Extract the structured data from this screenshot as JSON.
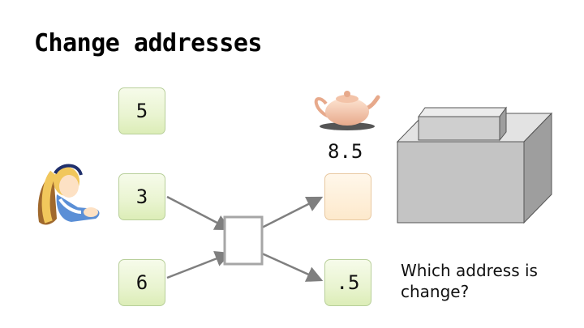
{
  "slide": {
    "title": "Change addresses",
    "question": "Which address is change?"
  },
  "inputs": [
    {
      "value": "5"
    },
    {
      "value": "3"
    },
    {
      "value": "6"
    }
  ],
  "outputs": [
    {
      "value": ""
    },
    {
      "value": ".5"
    }
  ],
  "teapot_amount": "8.5",
  "icons": {
    "character": "alice-icon",
    "teapot": "teapot-icon",
    "mixer": "transaction-box-icon",
    "wallet": "gray-box-icon"
  },
  "colors": {
    "input_fill": "#e9f4d0",
    "output_fill": "#fde9cc",
    "arrow": "#7f7f7f"
  }
}
